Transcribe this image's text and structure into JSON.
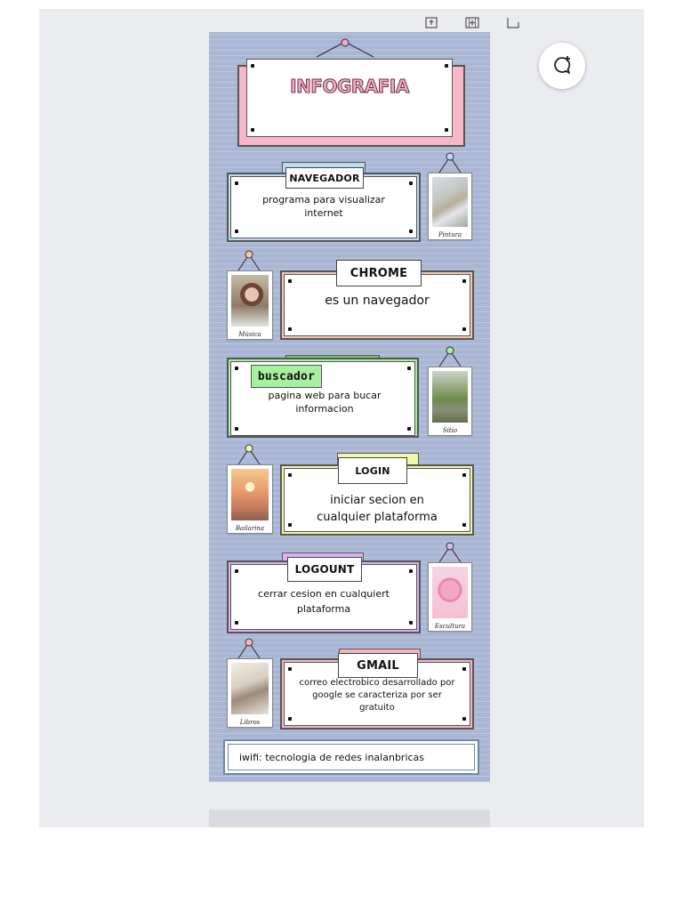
{
  "toolbar": {
    "icons": [
      "upload-page-icon",
      "add-page-icon",
      "expand-icon"
    ]
  },
  "comment_icon": "add-comment-icon",
  "infographic": {
    "title": "INFOGRAFIA",
    "sections": [
      {
        "label": "NAVEGADOR",
        "text": "programa para visualizar internet",
        "photo_caption": "Pintura",
        "accent": "#b9dcef"
      },
      {
        "label": "CHROME",
        "text": "es un navegador",
        "photo_caption": "Música",
        "accent": "#f5c8aa"
      },
      {
        "label": "buscador",
        "text": "pagina web para bucar informacion",
        "photo_caption": "Sitio",
        "accent": "#a7f0a0"
      },
      {
        "label": "LOGIN",
        "text": "iniciar secion en cualquier plataforma",
        "photo_caption": "Bailarina",
        "accent": "#eefaa8"
      },
      {
        "label": "LOGOUNT",
        "text": "cerrar cesion en cualquiert plataforma",
        "photo_caption": "Escultura",
        "accent": "#d9b3f2"
      },
      {
        "label": "GMAIL",
        "text": "correo electrobico desarrollado por google se caracteriza por ser gratuito",
        "photo_caption": "Libros",
        "accent": "#f3b6bd"
      }
    ],
    "footer": "iwifi: tecnologia de redes inalanbricas"
  },
  "colors": {
    "canvas_bg": "#a9b6d4",
    "workspace_bg": "#ebecf0",
    "title_bg": "#f6b8c8"
  }
}
